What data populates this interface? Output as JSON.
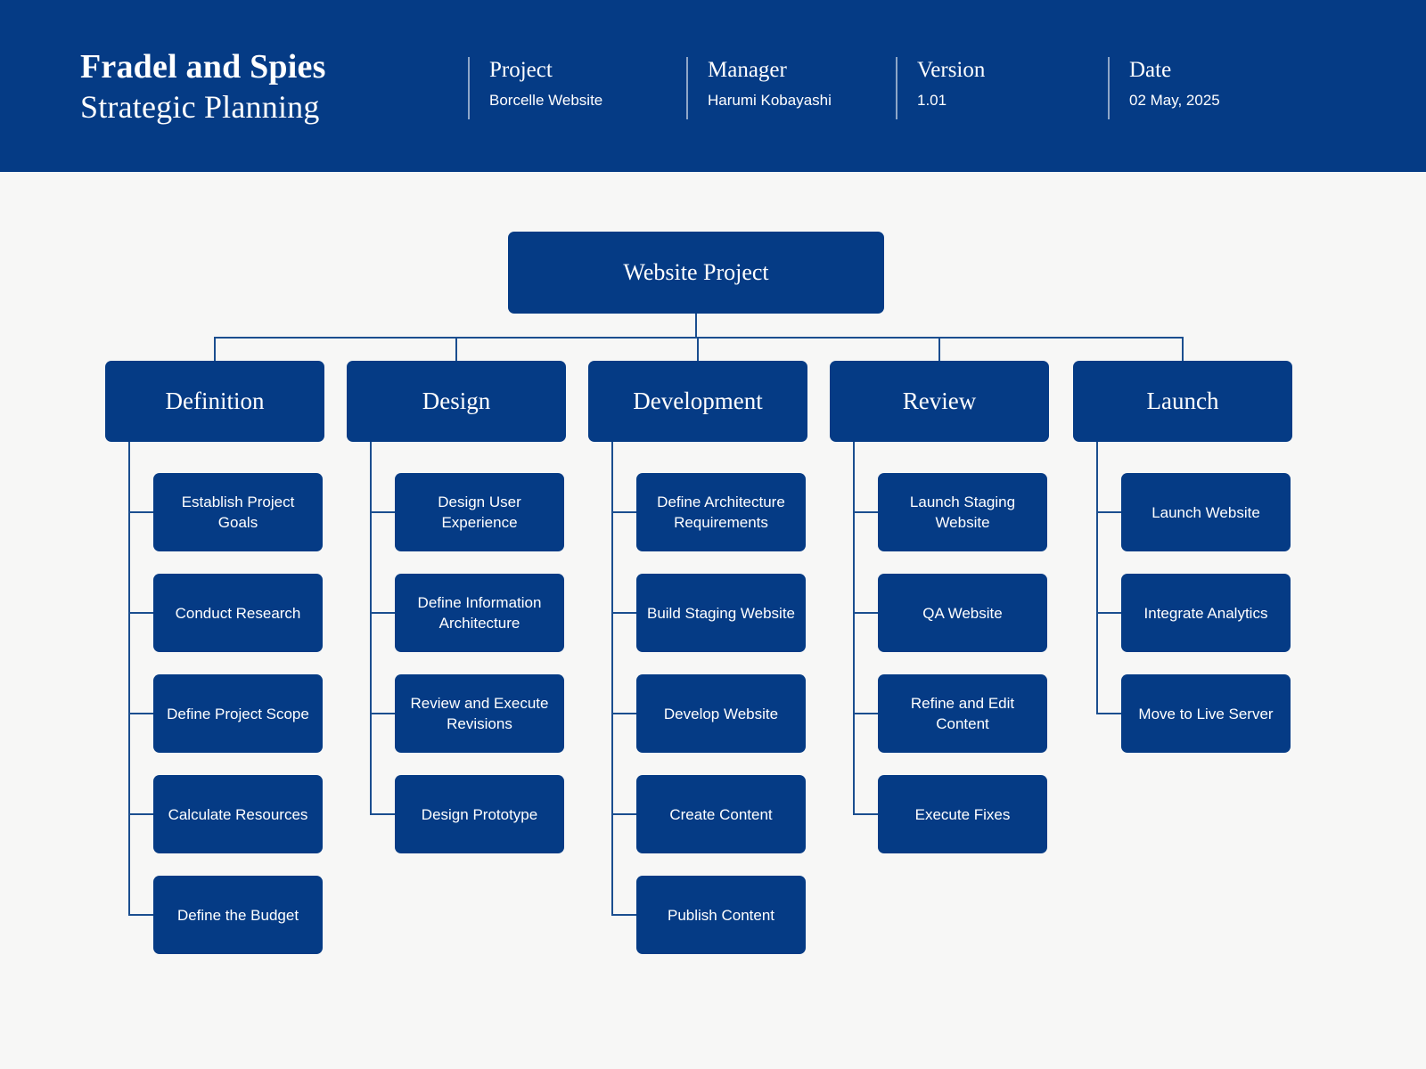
{
  "header": {
    "brand_line1": "Fradel and Spies",
    "brand_line2": "Strategic Planning",
    "meta": [
      {
        "label": "Project",
        "value": "Borcelle Website"
      },
      {
        "label": "Manager",
        "value": "Harumi Kobayashi"
      },
      {
        "label": "Version",
        "value": "1.01"
      },
      {
        "label": "Date",
        "value": "02 May, 2025"
      }
    ]
  },
  "colors": {
    "brand_blue": "#053B85",
    "connector_line": "#1B4E8F",
    "page_background": "#F7F7F6",
    "text_on_blue": "#FFFFFF"
  },
  "chart_data": {
    "type": "tree",
    "title": "Website Project",
    "root": "Website Project",
    "branches": [
      {
        "label": "Definition",
        "children": [
          "Establish Project Goals",
          "Conduct Research",
          "Define Project Scope",
          "Calculate Resources",
          "Define the Budget"
        ]
      },
      {
        "label": "Design",
        "children": [
          "Design User Experience",
          "Define Information Architecture",
          "Review and Execute Revisions",
          "Design Prototype"
        ]
      },
      {
        "label": "Development",
        "children": [
          "Define Architecture Requirements",
          "Build Staging Website",
          "Develop Website",
          "Create Content",
          "Publish Content"
        ]
      },
      {
        "label": "Review",
        "children": [
          "Launch Staging Website",
          "QA Website",
          "Refine and Edit Content",
          "Execute Fixes"
        ]
      },
      {
        "label": "Launch",
        "children": [
          "Launch Website",
          "Integrate Analytics",
          "Move to Live Server"
        ]
      }
    ]
  }
}
